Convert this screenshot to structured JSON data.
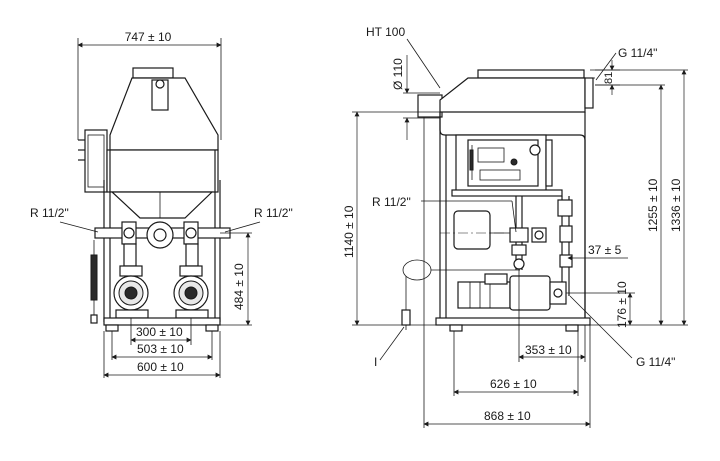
{
  "front_view": {
    "dim_width_total": "747 ± 10",
    "label_left_pipe": "R 11/2\"",
    "label_right_pipe": "R 11/2\"",
    "dim_height_pipe": "484 ± 10",
    "dim_pump_spacing": "300 ± 10",
    "dim_base_inner": "503 ± 10",
    "dim_base_outer": "600 ± 10"
  },
  "side_view": {
    "label_tank": "HT 100",
    "dim_pipe_diameter": "Ø 110",
    "label_top_connection": "G 11/4\"",
    "dim_top_offset": "81",
    "label_pipe": "R 11/2\"",
    "dim_height_pipe": "1140 ± 10",
    "dim_height_1255": "1255 ± 10",
    "dim_height_total": "1336 ± 10",
    "dim_37": "37 ± 5",
    "dim_176": "176 ± 10",
    "dim_353": "353 ± 10",
    "label_bottom_connection": "G 11/4\"",
    "label_item": "I",
    "dim_626": "626 ± 10",
    "dim_868": "868 ± 10"
  }
}
